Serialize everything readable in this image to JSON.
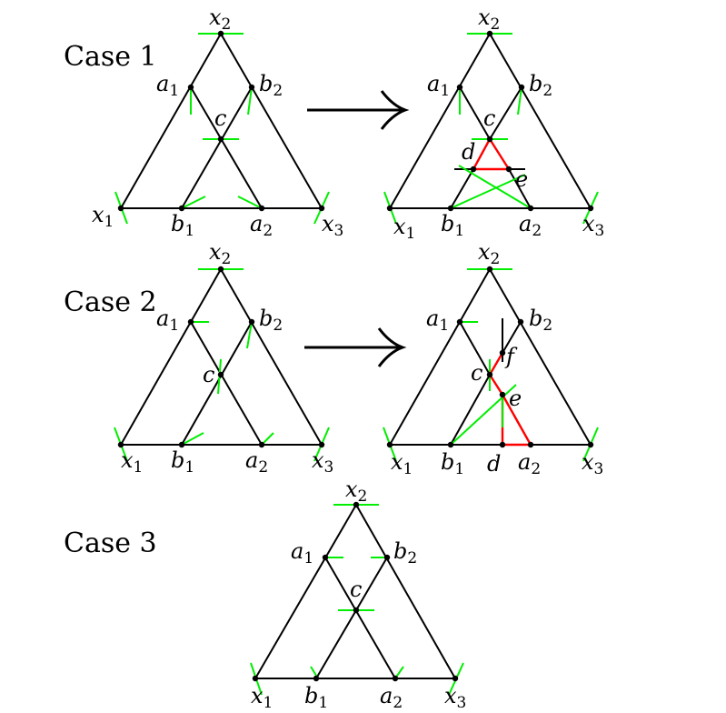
{
  "cases": [
    {
      "label": "Case 1",
      "before": {
        "vertices": [
          {
            "id": "x2",
            "base": "x",
            "sub": "2"
          },
          {
            "id": "a1",
            "base": "a",
            "sub": "1"
          },
          {
            "id": "b2",
            "base": "b",
            "sub": "2"
          },
          {
            "id": "c",
            "base": "c",
            "sub": ""
          },
          {
            "id": "x1",
            "base": "x",
            "sub": "1"
          },
          {
            "id": "b1",
            "base": "b",
            "sub": "1"
          },
          {
            "id": "a2",
            "base": "a",
            "sub": "2"
          },
          {
            "id": "x3",
            "base": "x",
            "sub": "3"
          }
        ]
      },
      "after": {
        "vertices": [
          {
            "id": "x2",
            "base": "x",
            "sub": "2"
          },
          {
            "id": "a1",
            "base": "a",
            "sub": "1"
          },
          {
            "id": "b2",
            "base": "b",
            "sub": "2"
          },
          {
            "id": "c",
            "base": "c",
            "sub": ""
          },
          {
            "id": "d",
            "base": "d",
            "sub": ""
          },
          {
            "id": "e",
            "base": "e",
            "sub": ""
          },
          {
            "id": "x1",
            "base": "x",
            "sub": "1"
          },
          {
            "id": "b1",
            "base": "b",
            "sub": "1"
          },
          {
            "id": "a2",
            "base": "a",
            "sub": "2"
          },
          {
            "id": "x3",
            "base": "x",
            "sub": "3"
          }
        ]
      }
    },
    {
      "label": "Case 2",
      "before": {
        "vertices": [
          {
            "id": "x2",
            "base": "x",
            "sub": "2"
          },
          {
            "id": "a1",
            "base": "a",
            "sub": "1"
          },
          {
            "id": "b2",
            "base": "b",
            "sub": "2"
          },
          {
            "id": "c",
            "base": "c",
            "sub": ""
          },
          {
            "id": "x1",
            "base": "x",
            "sub": "1"
          },
          {
            "id": "b1",
            "base": "b",
            "sub": "1"
          },
          {
            "id": "a2",
            "base": "a",
            "sub": "2"
          },
          {
            "id": "x3",
            "base": "x",
            "sub": "3"
          }
        ]
      },
      "after": {
        "vertices": [
          {
            "id": "x2",
            "base": "x",
            "sub": "2"
          },
          {
            "id": "a1",
            "base": "a",
            "sub": "1"
          },
          {
            "id": "b2",
            "base": "b",
            "sub": "2"
          },
          {
            "id": "c",
            "base": "c",
            "sub": ""
          },
          {
            "id": "f",
            "base": "f",
            "sub": ""
          },
          {
            "id": "e",
            "base": "e",
            "sub": ""
          },
          {
            "id": "x1",
            "base": "x",
            "sub": "1"
          },
          {
            "id": "b1",
            "base": "b",
            "sub": "1"
          },
          {
            "id": "d",
            "base": "d",
            "sub": ""
          },
          {
            "id": "a2",
            "base": "a",
            "sub": "2"
          },
          {
            "id": "x3",
            "base": "x",
            "sub": "3"
          }
        ]
      }
    },
    {
      "label": "Case 3",
      "before": {
        "vertices": [
          {
            "id": "x2",
            "base": "x",
            "sub": "2"
          },
          {
            "id": "a1",
            "base": "a",
            "sub": "1"
          },
          {
            "id": "b2",
            "base": "b",
            "sub": "2"
          },
          {
            "id": "c",
            "base": "c",
            "sub": ""
          },
          {
            "id": "x1",
            "base": "x",
            "sub": "1"
          },
          {
            "id": "b1",
            "base": "b",
            "sub": "1"
          },
          {
            "id": "a2",
            "base": "a",
            "sub": "2"
          },
          {
            "id": "x3",
            "base": "x",
            "sub": "3"
          }
        ]
      }
    }
  ],
  "colors": {
    "edge": "#000000",
    "highlight": "#ff0000",
    "tick": "#00ee00"
  },
  "arrow_glyph": "→"
}
